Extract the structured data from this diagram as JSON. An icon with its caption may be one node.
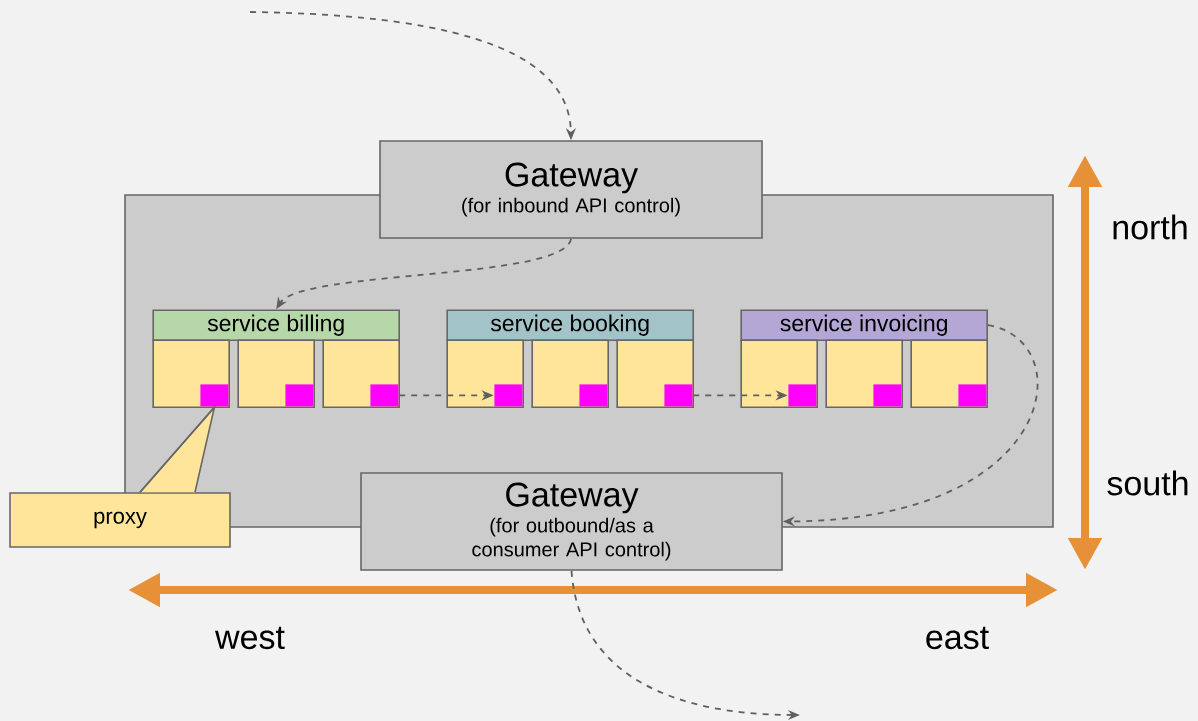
{
  "diagram": {
    "nodes": [
      {
        "text": [
          "Gateway",
          "(for inbound API control)"
        ]
      },
      {
        "text": [],
        "shape": "box"
      },
      {
        "text": [
          "service billing"
        ],
        "in": 1
      },
      {
        "text": [
          "service booking"
        ],
        "in": 1
      },
      {
        "text": [
          "service invoicing"
        ],
        "in": 1
      },
      {
        "text": [],
        "shape": "box",
        "in": 1
      },
      {
        "text": [],
        "shape": "box",
        "in": 1
      },
      {
        "text": [],
        "shape": "box",
        "in": 1
      },
      {
        "text": [],
        "shape": "box",
        "in": 1
      },
      {
        "text": [],
        "shape": "box",
        "in": 1
      },
      {
        "text": [],
        "shape": "box",
        "in": 1
      },
      {
        "text": [],
        "shape": "box",
        "in": 1
      },
      {
        "text": [],
        "shape": "box",
        "in": 1
      },
      {
        "text": [],
        "shape": "box",
        "in": 1
      },
      {
        "text": [],
        "shape": "box",
        "in": 5
      },
      {
        "text": [],
        "shape": "box",
        "in": 6
      },
      {
        "text": [],
        "shape": "box",
        "in": 7
      },
      {
        "text": [],
        "shape": "box",
        "in": 8
      },
      {
        "text": [],
        "shape": "box",
        "in": 9
      },
      {
        "text": [],
        "shape": "box",
        "in": 10
      },
      {
        "text": [],
        "shape": "box",
        "in": 11
      },
      {
        "text": [],
        "shape": "box",
        "in": 12
      },
      {
        "text": [],
        "shape": "box",
        "in": 13
      },
      {
        "text": [
          "Gateway",
          "(for outbound/as a consumer API control)"
        ]
      },
      {
        "text": [
          "proxy"
        ]
      }
    ],
    "edges": [
      {
        "from": null,
        "to": 0,
        "arrow": "to",
        "style": "dashed"
      },
      {
        "from": 0,
        "to": 2,
        "arrow": "to",
        "style": "dashed"
      },
      {
        "from": 16,
        "to": 17,
        "arrow": "to",
        "style": "dashed"
      },
      {
        "from": 19,
        "to": 20,
        "arrow": "to",
        "style": "dashed"
      },
      {
        "from": 4,
        "to": 23,
        "arrow": "to",
        "style": "dashed"
      },
      {
        "from": 23,
        "to": null,
        "arrow": "to",
        "style": "dashed"
      },
      {
        "from": 24,
        "to": 14,
        "arrow": "none"
      }
    ],
    "labels": [
      "north",
      "south",
      "west",
      "east"
    ]
  }
}
